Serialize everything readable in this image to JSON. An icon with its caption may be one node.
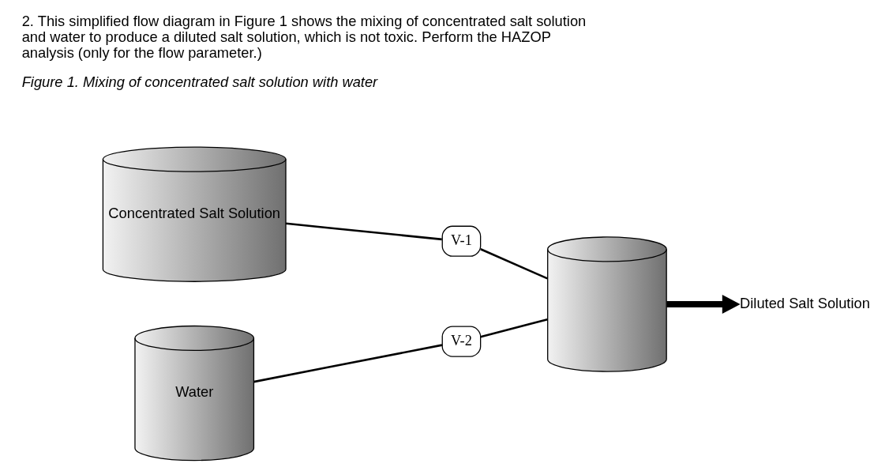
{
  "diagram": {
    "title": "2. This simplified flow diagram in Figure 1 shows the mixing of concentrated salt solution and water to produce a diluted salt solution, which is not toxic. Perform the HAZOP analysis (only for the flow parameter.)",
    "caption": "Figure 1. Mixing of concentrated salt solution with water",
    "nodes": [
      {
        "text": [
          "Concentrated Salt Solution"
        ]
      },
      {
        "text": [
          "Water"
        ]
      },
      {
        "text": [
          "V-1"
        ]
      },
      {
        "text": [
          "V-2"
        ]
      },
      {
        "text": [],
        "shape": "cylinder"
      },
      {
        "text": [
          "Diluted Salt Solution"
        ]
      }
    ],
    "edges": [
      {
        "from": 0,
        "to": 2,
        "arrow": "none"
      },
      {
        "from": 2,
        "to": 4,
        "arrow": "none"
      },
      {
        "from": 1,
        "to": 3,
        "arrow": "none"
      },
      {
        "from": 3,
        "to": 4,
        "arrow": "none"
      },
      {
        "from": 4,
        "to": 5,
        "arrow": "to",
        "style": "thick"
      }
    ]
  }
}
